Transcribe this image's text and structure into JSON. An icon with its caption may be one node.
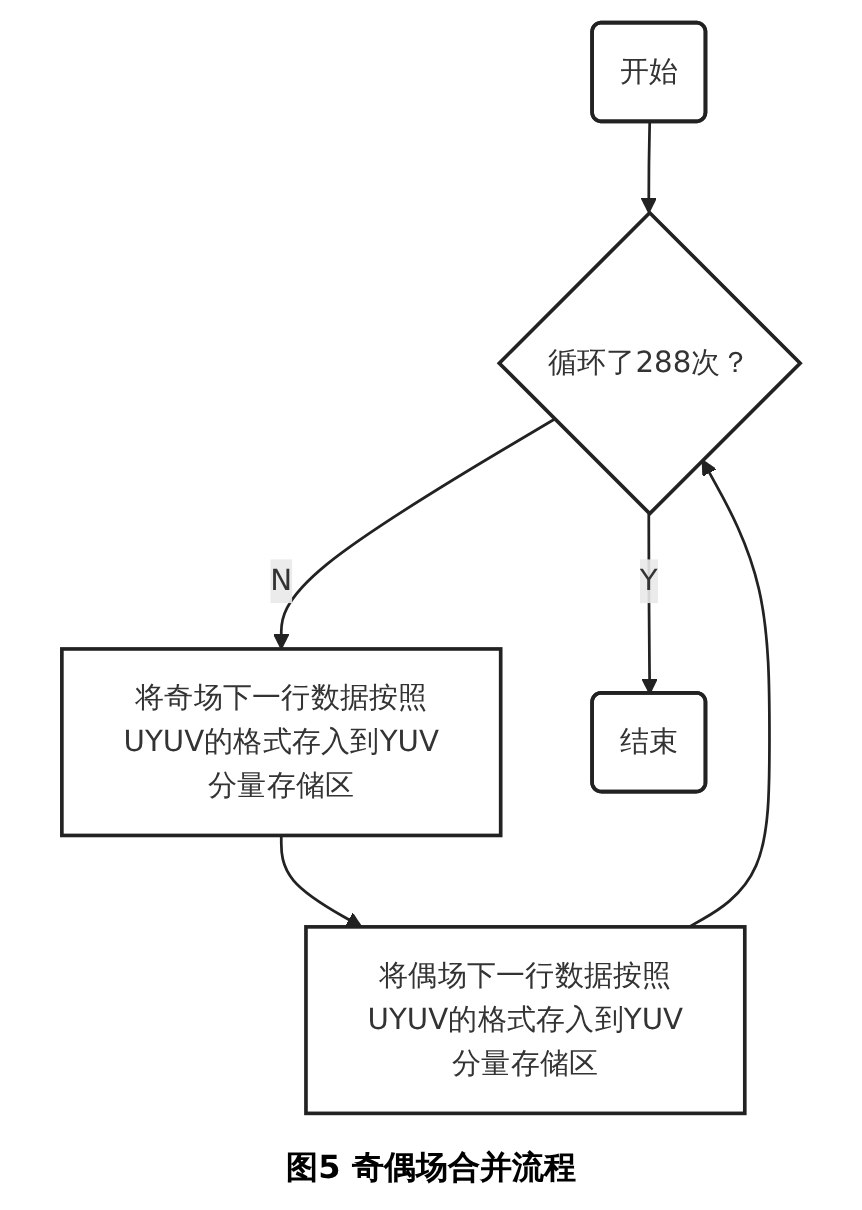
{
  "diagram": {
    "caption": "图5 奇偶场合并流程",
    "nodes": [
      {
        "text": [
          "开始"
        ]
      },
      {
        "text": [
          "循环了288次？"
        ]
      },
      {
        "text": [
          "将奇场下一行数据按照UYUV的格式存入到YUV分量存储区"
        ]
      },
      {
        "text": [
          "将偶场下一行数据按照UYUV的格式存入到YUV分量存储区"
        ]
      },
      {
        "text": [
          "结束"
        ]
      }
    ],
    "edges": [
      {
        "from": 0,
        "to": 1,
        "arrow": "to"
      },
      {
        "from": 1,
        "to": 2,
        "arrow": "to",
        "label": "N"
      },
      {
        "from": 2,
        "to": 3,
        "arrow": "to"
      },
      {
        "from": 3,
        "to": 1,
        "arrow": "to"
      },
      {
        "from": 1,
        "to": 4,
        "arrow": "to",
        "label": "Y"
      }
    ]
  }
}
